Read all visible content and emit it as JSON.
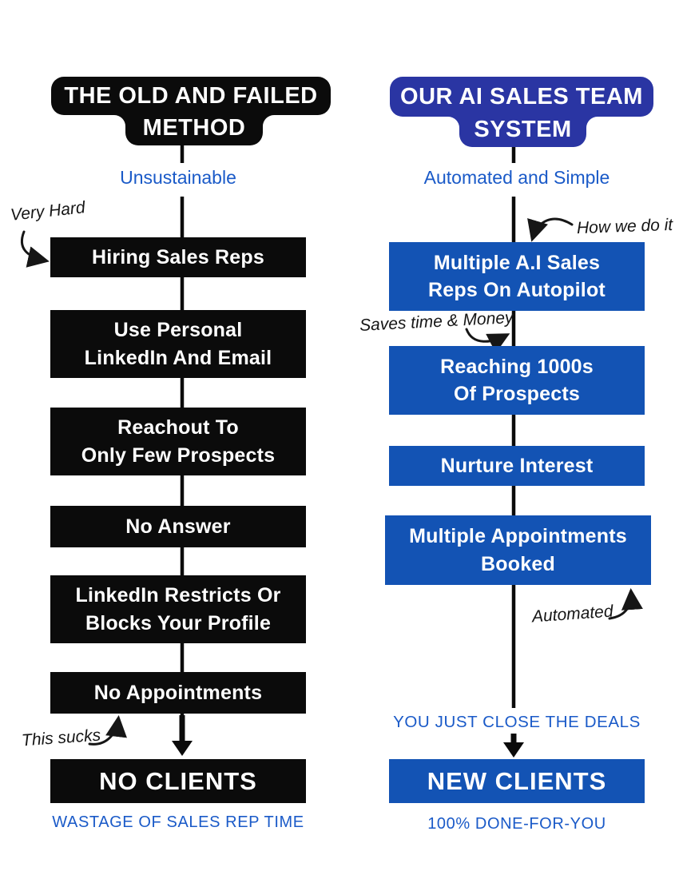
{
  "colors": {
    "black_box": "#0b0b0b",
    "blue_box": "#1353b4",
    "blue_header_bubble": "#2a35a3",
    "blue_text": "#1a5ac8",
    "background": "#ffffff"
  },
  "left_column": {
    "header_line1": "THE OLD AND FAILED",
    "header_line2": "METHOD",
    "subtitle": "Unsustainable",
    "annotation_very_hard": "Very Hard",
    "annotation_this_sucks": "This sucks",
    "steps": [
      {
        "label": "Hiring Sales Reps"
      },
      {
        "label": "Use Personal\nLinkedIn And Email"
      },
      {
        "label": "Reachout To\nOnly Few Prospects"
      },
      {
        "label": "No Answer"
      },
      {
        "label": "LinkedIn Restricts Or\nBlocks Your Profile"
      },
      {
        "label": "No Appointments"
      }
    ],
    "result": "NO CLIENTS",
    "footer": "WASTAGE OF SALES REP TIME"
  },
  "right_column": {
    "header_line1": "OUR AI SALES TEAM",
    "header_line2": "SYSTEM",
    "subtitle": "Automated and Simple",
    "annotation_how_we_do_it": "How we do it",
    "annotation_saves_time": "Saves time & Money",
    "annotation_automated": "Automated",
    "steps": [
      {
        "label": "Multiple A.I Sales\nReps On Autopilot"
      },
      {
        "label": "Reaching 1000s\nOf Prospects"
      },
      {
        "label": "Nurture Interest"
      },
      {
        "label": "Multiple Appointments\nBooked"
      }
    ],
    "pre_result": "YOU JUST CLOSE THE DEALS",
    "result": "NEW CLIENTS",
    "footer": "100% DONE-FOR-YOU"
  }
}
